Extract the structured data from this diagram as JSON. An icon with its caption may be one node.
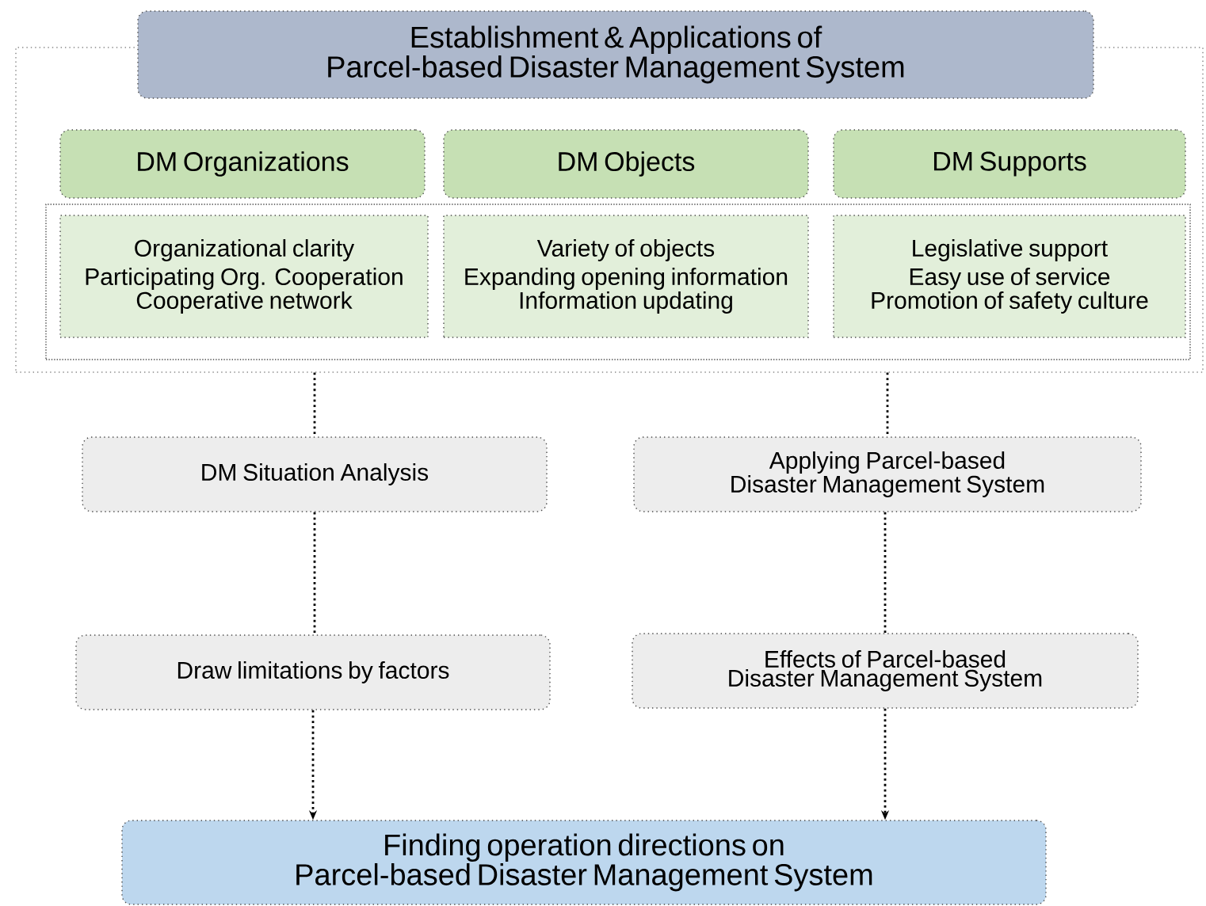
{
  "diagram": {
    "nodes": [
      {
        "text": [],
        "shape": "box"
      },
      {
        "text": [
          "Establishment & Applications of Parcel-based Disaster Management System"
        ]
      },
      {
        "text": [
          "DM Organizations"
        ],
        "in": 0
      },
      {
        "text": [
          "DM Objects"
        ],
        "in": 0
      },
      {
        "text": [
          "DM Supports"
        ],
        "in": 0
      },
      {
        "text": [],
        "shape": "box",
        "in": 0
      },
      {
        "text": [
          "Organizational clarity",
          "Participating Org. Cooperation",
          "Cooperative network"
        ],
        "in": 5
      },
      {
        "text": [
          "Variety of objects",
          "Expanding opening information",
          "Information updating"
        ],
        "in": 5
      },
      {
        "text": [
          "Legislative support",
          "Easy use of service",
          "Promotion of safety culture"
        ],
        "in": 5
      },
      {
        "text": [
          "DM Situation Analysis"
        ]
      },
      {
        "text": [
          "Applying Parcel-based Disaster Management System"
        ]
      },
      {
        "text": [
          "Draw limitations by factors"
        ]
      },
      {
        "text": [
          "Effects of Parcel-based Disaster Management System"
        ]
      },
      {
        "text": [
          "Finding operation directions on Parcel-based Disaster Management System"
        ]
      }
    ],
    "edges": [
      {
        "from": 0,
        "to": 9,
        "arrow": "none"
      },
      {
        "from": 0,
        "to": 10,
        "arrow": "none"
      },
      {
        "from": 9,
        "to": 11,
        "arrow": "none"
      },
      {
        "from": 10,
        "to": 12,
        "arrow": "none"
      },
      {
        "from": 11,
        "to": 13,
        "arrow": "to"
      },
      {
        "from": 12,
        "to": 13,
        "arrow": "to"
      }
    ]
  }
}
